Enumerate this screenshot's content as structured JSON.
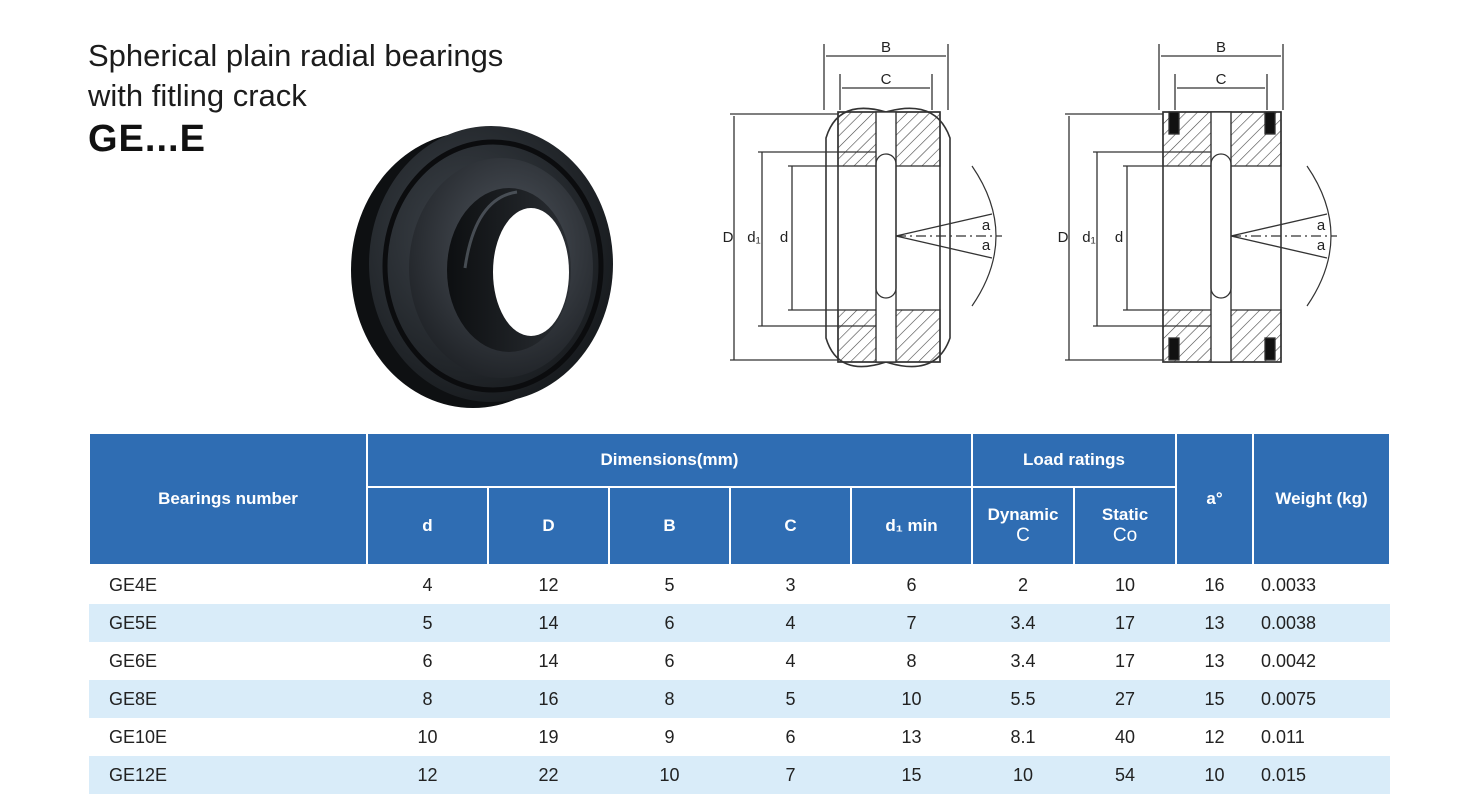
{
  "header": {
    "title_line1": "Spherical plain radial bearings",
    "title_line2": "with fitling crack",
    "model": "GE...E"
  },
  "diagram": {
    "labels": {
      "B": "B",
      "C": "C",
      "D": "D",
      "d1": "d₁",
      "d": "d",
      "a": "a"
    }
  },
  "table": {
    "header": {
      "bearing_number": "Bearings number",
      "dimensions": "Dimensions(mm)",
      "load_ratings": "Load ratings",
      "a": "a°",
      "weight": "Weight (kg)",
      "d": "d",
      "D": "D",
      "B": "B",
      "C": "C",
      "d1min": "d₁ min",
      "dynamic": "Dynamic",
      "dynamic_sym": "C",
      "static": "Static",
      "static_sym": "Co"
    },
    "rows": [
      [
        "GE4E",
        "4",
        "12",
        "5",
        "3",
        "6",
        "2",
        "10",
        "16",
        "0.0033"
      ],
      [
        "GE5E",
        "5",
        "14",
        "6",
        "4",
        "7",
        "3.4",
        "17",
        "13",
        "0.0038"
      ],
      [
        "GE6E",
        "6",
        "14",
        "6",
        "4",
        "8",
        "3.4",
        "17",
        "13",
        "0.0042"
      ],
      [
        "GE8E",
        "8",
        "16",
        "8",
        "5",
        "10",
        "5.5",
        "27",
        "15",
        "0.0075"
      ],
      [
        "GE10E",
        "10",
        "19",
        "9",
        "6",
        "13",
        "8.1",
        "40",
        "12",
        "0.011"
      ],
      [
        "GE12E",
        "12",
        "22",
        "10",
        "7",
        "15",
        "10",
        "54",
        "10",
        "0.015"
      ]
    ]
  }
}
